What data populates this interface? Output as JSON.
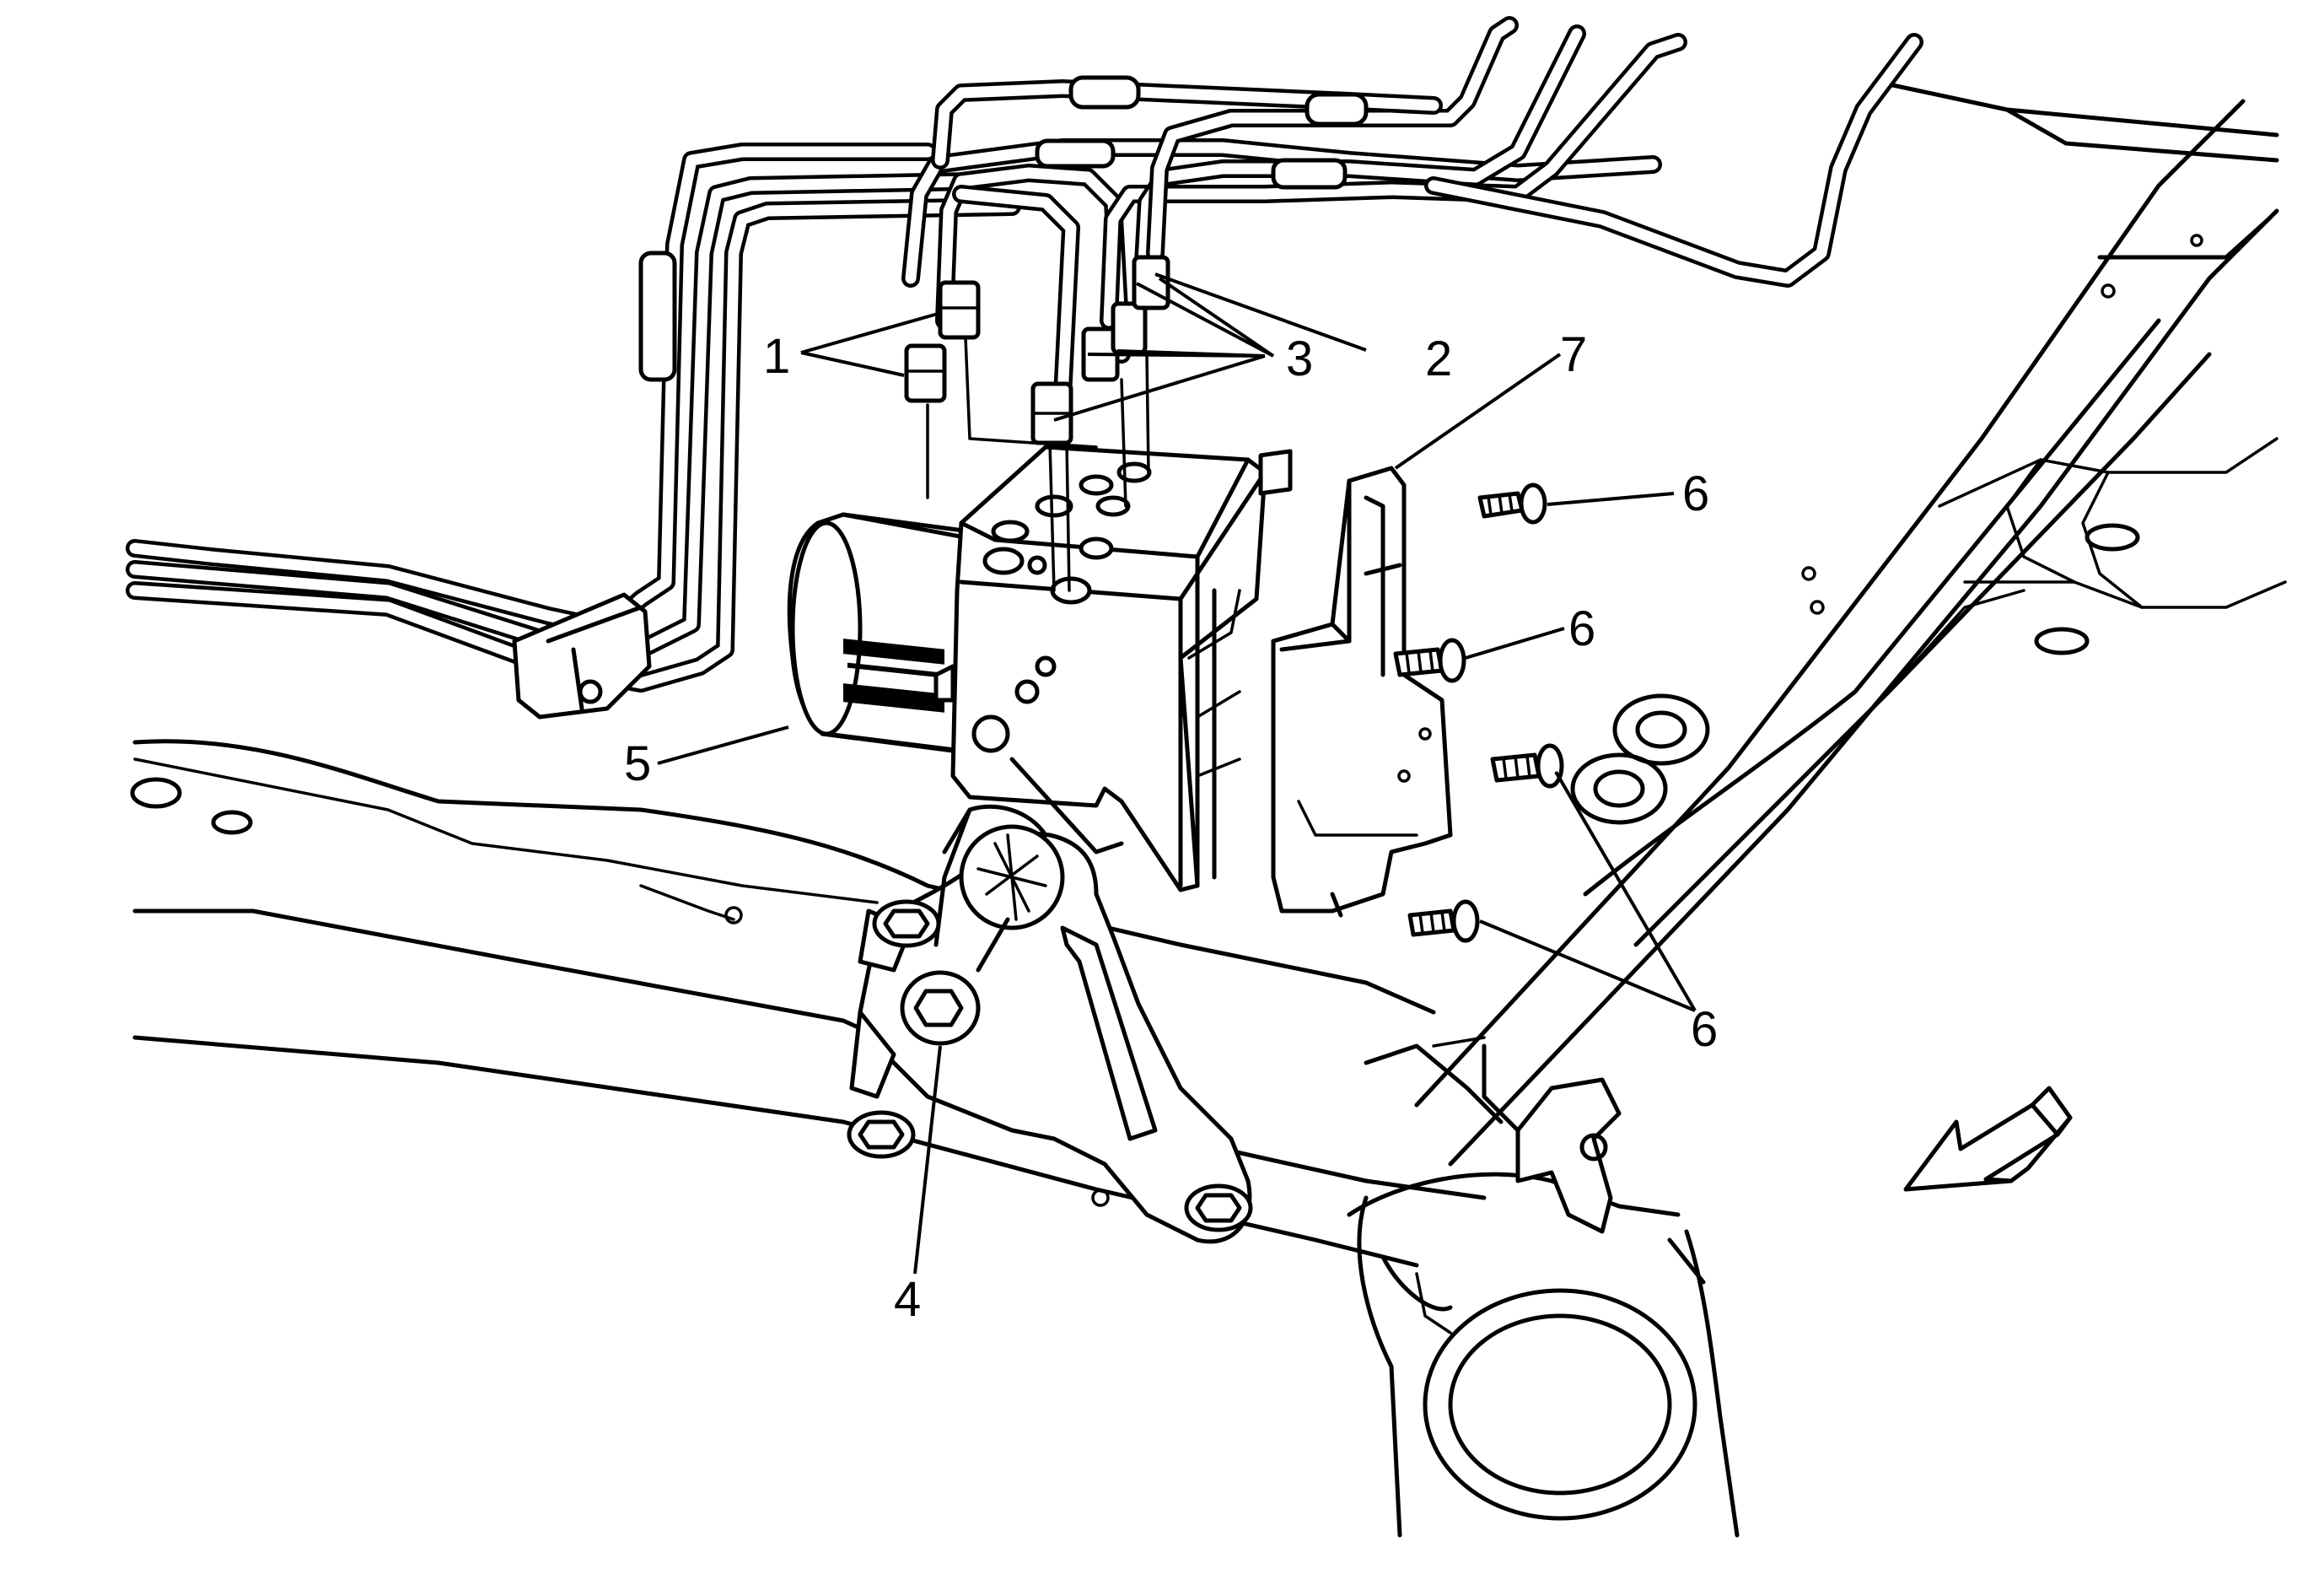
{
  "diagram": {
    "callouts": [
      {
        "id": "1",
        "label": "1"
      },
      {
        "id": "2",
        "label": "2"
      },
      {
        "id": "3",
        "label": "3"
      },
      {
        "id": "4",
        "label": "4"
      },
      {
        "id": "5",
        "label": "5"
      },
      {
        "id": "6a",
        "label": "6"
      },
      {
        "id": "6b",
        "label": "6"
      },
      {
        "id": "6c",
        "label": "6"
      },
      {
        "id": "7",
        "label": "7"
      }
    ],
    "parts": [
      {
        "callout": "1",
        "name": "brake-pipe-fitting"
      },
      {
        "callout": "2",
        "name": "brake-pipe-fitting"
      },
      {
        "callout": "3",
        "name": "brake-pipe-fitting"
      },
      {
        "callout": "4",
        "name": "mounting-bolt"
      },
      {
        "callout": "5",
        "name": "abs-modulator"
      },
      {
        "callout": "6",
        "name": "module-bolt"
      },
      {
        "callout": "7",
        "name": "control-module"
      }
    ],
    "direction_arrow": "front-arrow-icon",
    "line_color": "#000000",
    "background": "#ffffff"
  }
}
